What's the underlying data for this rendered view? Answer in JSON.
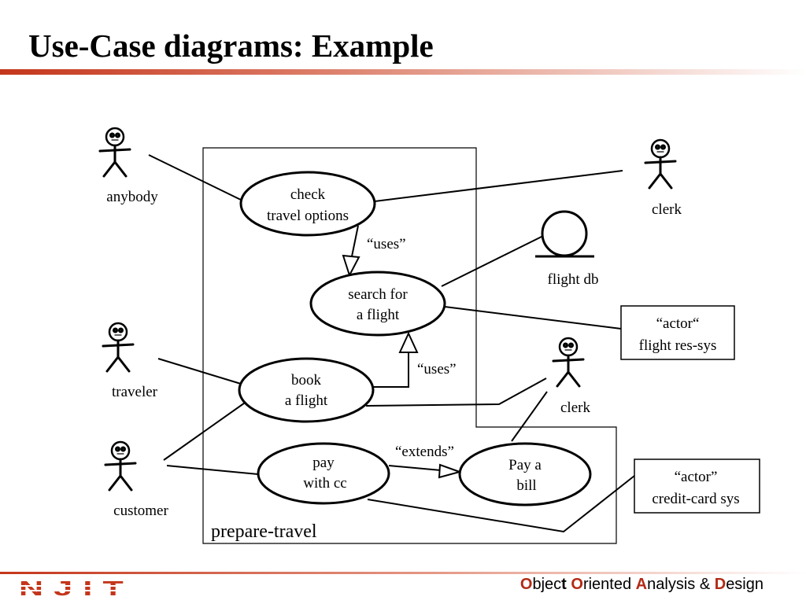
{
  "slide": {
    "title": "Use-Case diagrams: Example",
    "accent_color": "#c4361b"
  },
  "footer": {
    "logo_text": "NJIT",
    "course_title": [
      "Object",
      "Oriented",
      "Analysis",
      "Design"
    ],
    "ampersand": "&"
  },
  "diagram": {
    "system_boundary_label": "prepare-travel",
    "actors": {
      "anybody": "anybody",
      "clerk_top": "clerk",
      "traveler": "traveler",
      "customer": "customer",
      "clerk_middle": "clerk",
      "flight_db": "flight db"
    },
    "use_cases": {
      "check_travel_options": [
        "check",
        "travel options"
      ],
      "search_for_a_flight": [
        "search for",
        "a flight"
      ],
      "book_a_flight": [
        "book",
        "a flight"
      ],
      "pay_with_cc": [
        "pay",
        "with cc"
      ],
      "pay_a_bill": [
        "Pay a",
        "bill"
      ]
    },
    "actor_boxes": {
      "flight_res_sys": [
        "“actor“",
        "flight res-sys"
      ],
      "credit_card_sys": [
        "“actor”",
        "credit-card sys"
      ]
    },
    "relations": {
      "uses_1": "“uses”",
      "uses_2": "“uses”",
      "extends": "“extends”"
    }
  }
}
